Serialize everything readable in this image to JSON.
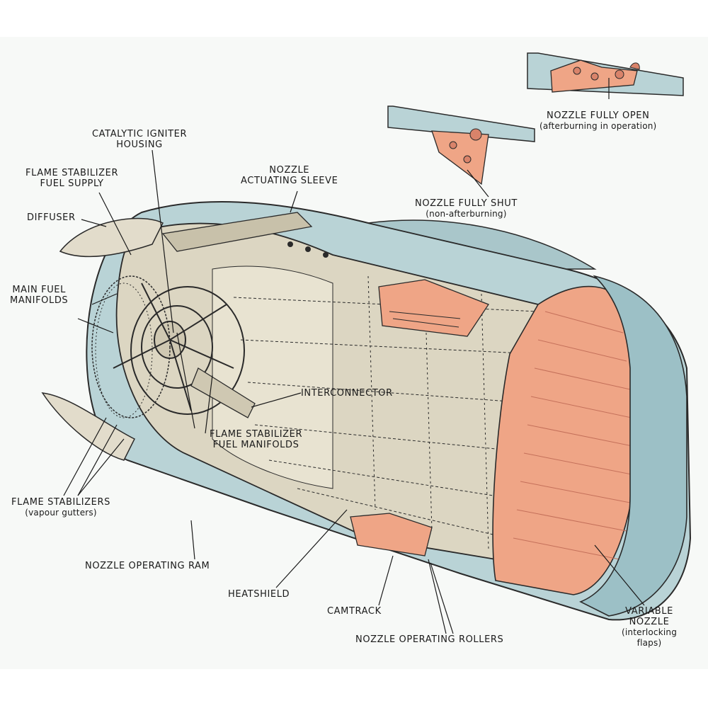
{
  "labels": {
    "catalytic_igniter": [
      "CATALYTIC IGNITER",
      "HOUSING"
    ],
    "flame_stabilizer_fuel_supply": [
      "FLAME STABILIZER",
      "FUEL SUPPLY"
    ],
    "nozzle_actuating_sleeve": [
      "NOZZLE",
      "ACTUATING SLEEVE"
    ],
    "diffuser": "DIFFUSER",
    "main_fuel_manifolds": [
      "MAIN FUEL",
      "MANIFOLDS"
    ],
    "interconnector": "INTERCONNECTOR",
    "flame_stabilizer_fuel_manifolds": [
      "FLAME STABILIZER",
      "FUEL MANIFOLDS"
    ],
    "flame_stabilizers": [
      "FLAME STABILIZERS",
      "(vapour gutters)"
    ],
    "nozzle_operating_ram": "NOZZLE OPERATING RAM",
    "heatshield": "HEATSHIELD",
    "camtrack": "CAMTRACK",
    "nozzle_operating_rollers": "NOZZLE OPERATING ROLLERS",
    "variable_nozzle": [
      "VARIABLE",
      "NOZZLE",
      "(interlocking",
      "flaps)"
    ],
    "nozzle_fully_open": [
      "NOZZLE FULLY OPEN",
      "(afterburning in operation)"
    ],
    "nozzle_fully_shut": [
      "NOZZLE FULLY SHUT",
      "(non-afterburning)"
    ]
  },
  "colors": {
    "casing": "#dcd6c2",
    "casing_shadow": "#b9b29a",
    "jet_pipe": "#b9d3d6",
    "jet_pipe_dark": "#8fb3b8",
    "flaps": "#efa586",
    "flaps_dark": "#d9836a",
    "line": "#2a2a2a"
  }
}
